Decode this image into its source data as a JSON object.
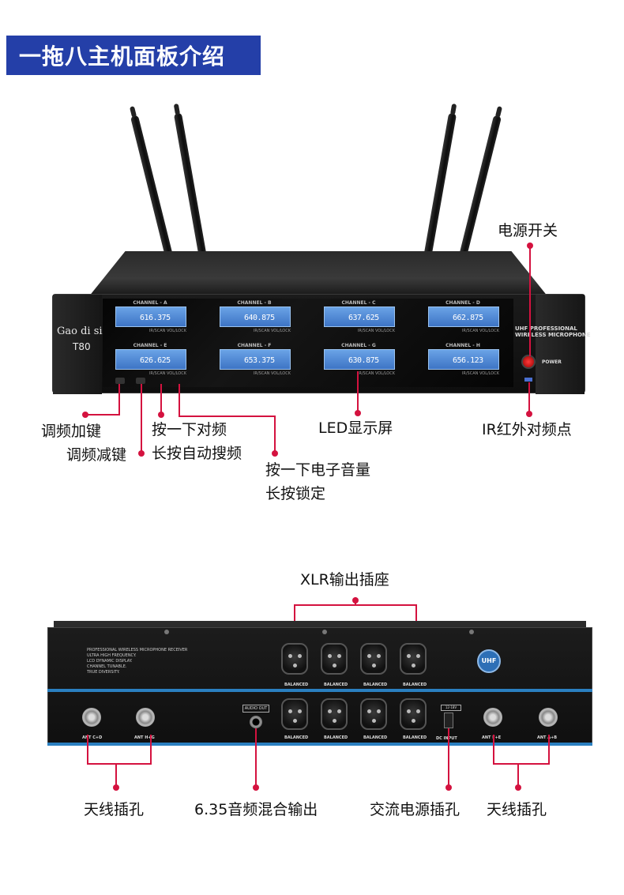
{
  "title": "一拖八主机面板介绍",
  "front_panel": {
    "brand": "Gao di si",
    "model": "T80",
    "uhf_label_line1": "UHF PROFESSIONAL",
    "uhf_label_line2": "WIRELESS MICROPHONE",
    "power_label": "POWER",
    "channels": [
      {
        "label": "CHANNEL - A",
        "freq": "616.375"
      },
      {
        "label": "CHANNEL - B",
        "freq": "640.875"
      },
      {
        "label": "CHANNEL - C",
        "freq": "637.625"
      },
      {
        "label": "CHANNEL - D",
        "freq": "662.875"
      },
      {
        "label": "CHANNEL - E",
        "freq": "626.625"
      },
      {
        "label": "CHANNEL - F",
        "freq": "653.375"
      },
      {
        "label": "CHANNEL - G",
        "freq": "630.875"
      },
      {
        "label": "CHANNEL - H",
        "freq": "656.123"
      }
    ],
    "button_sub_label": "IR/SCAN  VOL/LOCK"
  },
  "front_callouts": {
    "power_switch": "电源开关",
    "tune_up": "调频加键",
    "tune_down": "调频减键",
    "ir_scan_line1": "按一下对频",
    "ir_scan_line2": "长按自动搜频",
    "vol_lock_line1": "按一下电子音量",
    "vol_lock_line2": "长按锁定",
    "led_screen": "LED显示屏",
    "ir_point": "IR红外对频点"
  },
  "rear_panel": {
    "info_lines": [
      "PROFESSIONAL WIRELESS MICROPHONE RECEIVER",
      "ULTRA HIGH FREQUENCY.",
      "LCD DYNAMIC DISPLAY.",
      "CHANNEL TUNABLE.",
      "TRUE DIVERSITY."
    ],
    "uhf_badge": "UHF",
    "balanced_top": [
      "BALANCED",
      "BALANCED",
      "BALANCED",
      "BALANCED"
    ],
    "balanced_bottom": [
      "BALANCED",
      "BALANCED",
      "BALANCED",
      "BALANCED"
    ],
    "audio_out": "AUDIO OUT",
    "dc_input": "DC INPUT",
    "dc_rating": "12-18V",
    "ant_labels": [
      "ANT C+D",
      "ANT H+G",
      "ANT F+E",
      "ANT A+B"
    ]
  },
  "rear_callouts": {
    "xlr_output": "XLR输出插座",
    "antenna_left": "天线插孔",
    "audio_mix_out": "6.35音频混合输出",
    "ac_power": "交流电源插孔",
    "antenna_right": "天线插孔"
  },
  "colors": {
    "title_bg": "#243fa8",
    "callout_line": "#d4123f",
    "lcd": "#4f88d6",
    "stripe": "#2a7fc0"
  }
}
